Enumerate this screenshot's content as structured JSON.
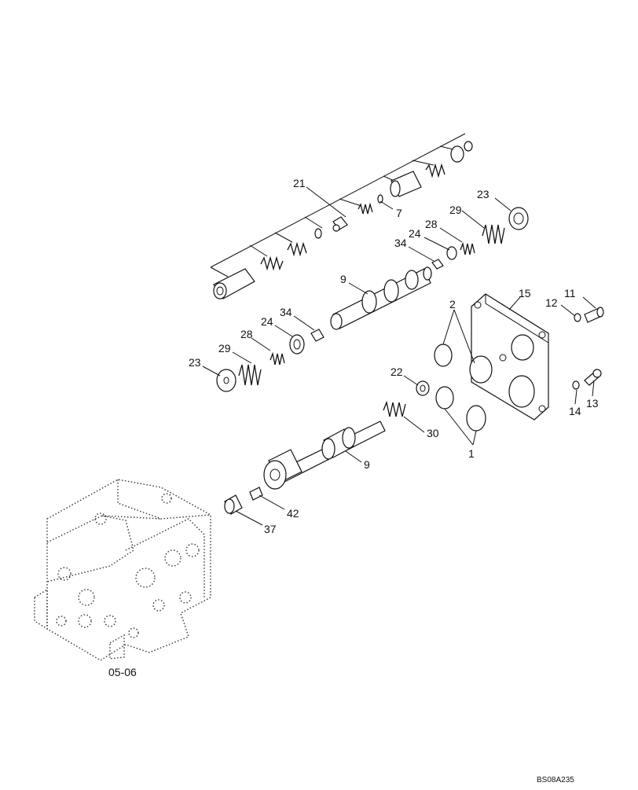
{
  "diagram": {
    "callouts": {
      "c1": "1",
      "c2": "2",
      "c7": "7",
      "c9a": "9",
      "c9b": "9",
      "c11": "11",
      "c12": "12",
      "c13": "13",
      "c14": "14",
      "c15": "15",
      "c21": "21",
      "c22": "22",
      "c23a": "23",
      "c23b": "23",
      "c24a": "24",
      "c24b": "24",
      "c28a": "28",
      "c28b": "28",
      "c29a": "29",
      "c29b": "29",
      "c30": "30",
      "c34a": "34",
      "c34b": "34",
      "c37": "37",
      "c42": "42"
    },
    "reference_label": "05-06",
    "figure_code": "BS08A235"
  }
}
